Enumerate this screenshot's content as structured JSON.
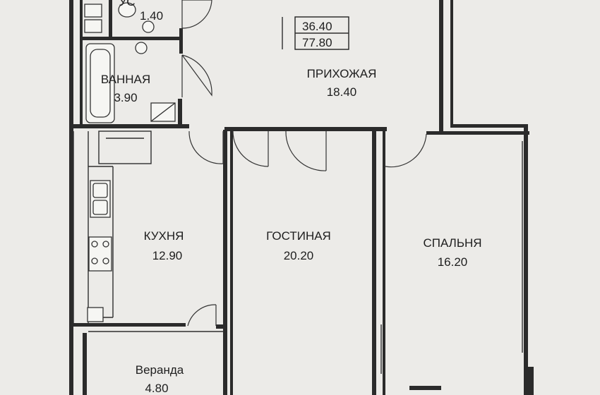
{
  "totals": {
    "living_area": "36.40",
    "total_area": "77.80"
  },
  "toilet": {
    "code": "УС",
    "area": "1.40"
  },
  "rooms": [
    {
      "name": "ВАННАЯ",
      "area": "3.90"
    },
    {
      "name": "ПРИХОЖАЯ",
      "area": "18.40"
    },
    {
      "name": "КУХНЯ",
      "area": "12.90"
    },
    {
      "name": "ГОСТИНАЯ",
      "area": "20.20"
    },
    {
      "name": "СПАЛЬНЯ",
      "area": "16.20"
    },
    {
      "name": "Веранда",
      "area": "4.80"
    }
  ]
}
